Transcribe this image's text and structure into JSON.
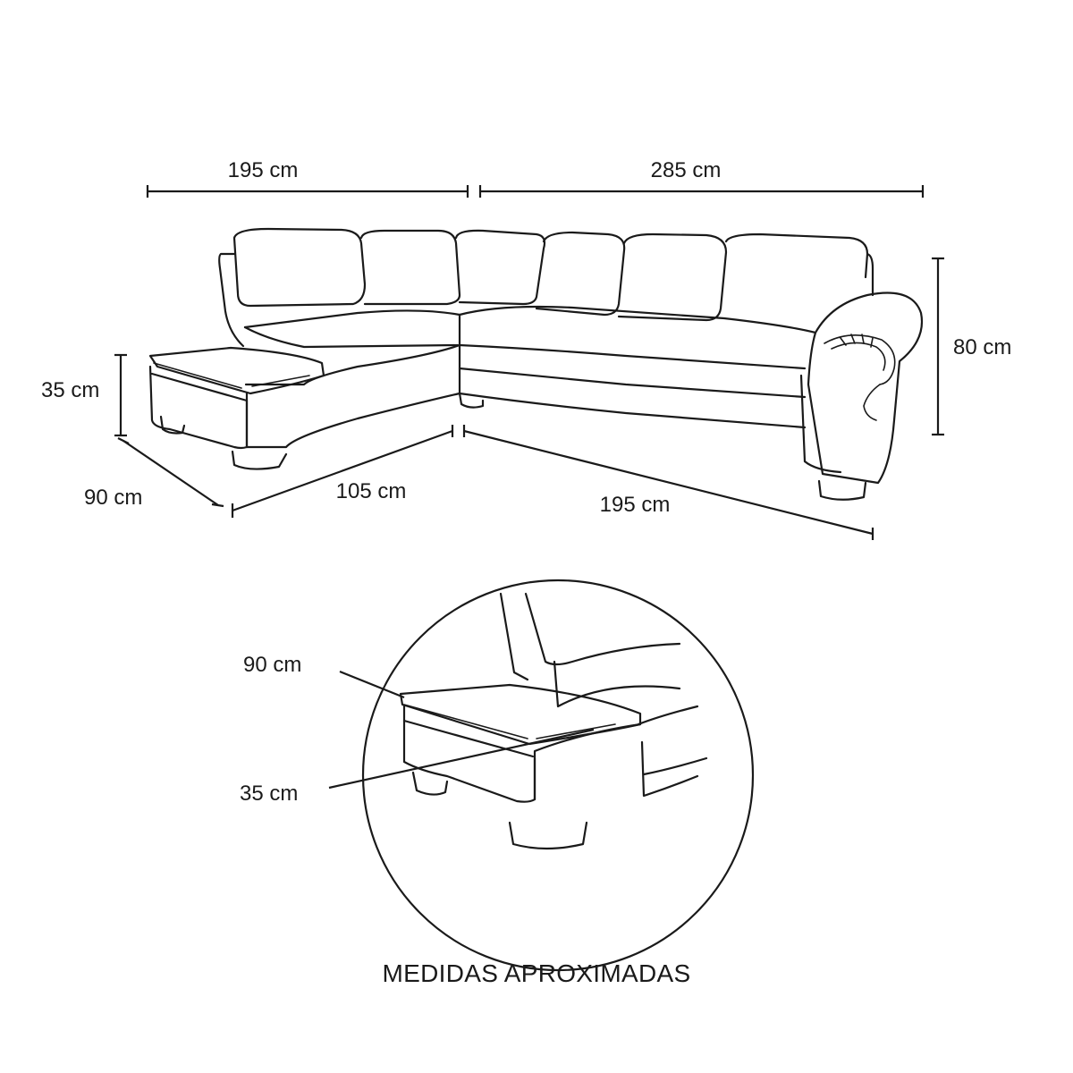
{
  "dimensions": {
    "top_left_width": "195 cm",
    "top_right_width": "285 cm",
    "height": "80 cm",
    "chaise_height": "35 cm",
    "chaise_depth": "90 cm",
    "bottom_left_length": "105 cm",
    "bottom_right_length": "195 cm"
  },
  "detail": {
    "depth_label": "90 cm",
    "height_label": "35 cm"
  },
  "footer": {
    "note": "MEDIDAS APROXIMADAS"
  }
}
